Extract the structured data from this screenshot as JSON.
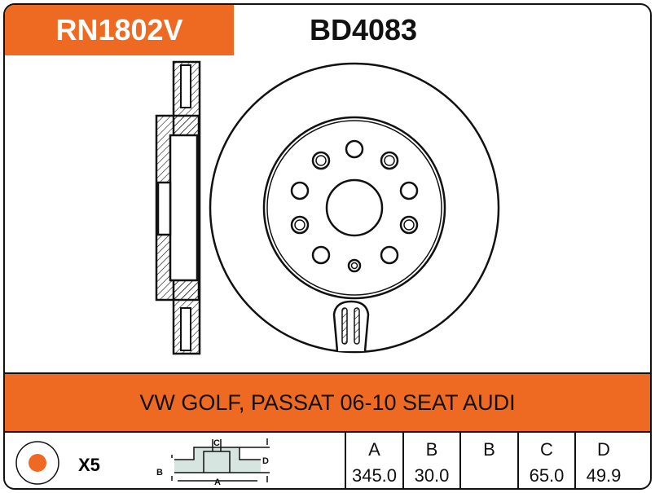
{
  "header": {
    "code": "RN1802V",
    "part_number": "BD4083"
  },
  "application": "VW GOLF, PASSAT 06-10 SEAT AUDI",
  "footer": {
    "quantity": "X5",
    "diagram_labels": {
      "a": "A",
      "b": "B",
      "c": "C",
      "d": "D"
    },
    "specs": [
      {
        "label": "A",
        "value": "345.0"
      },
      {
        "label": "B",
        "value": "30.0"
      },
      {
        "label": "B",
        "value": ""
      },
      {
        "label": "C",
        "value": "65.0"
      },
      {
        "label": "D",
        "value": "49.9"
      }
    ]
  },
  "colors": {
    "accent": "#EE6A22"
  }
}
